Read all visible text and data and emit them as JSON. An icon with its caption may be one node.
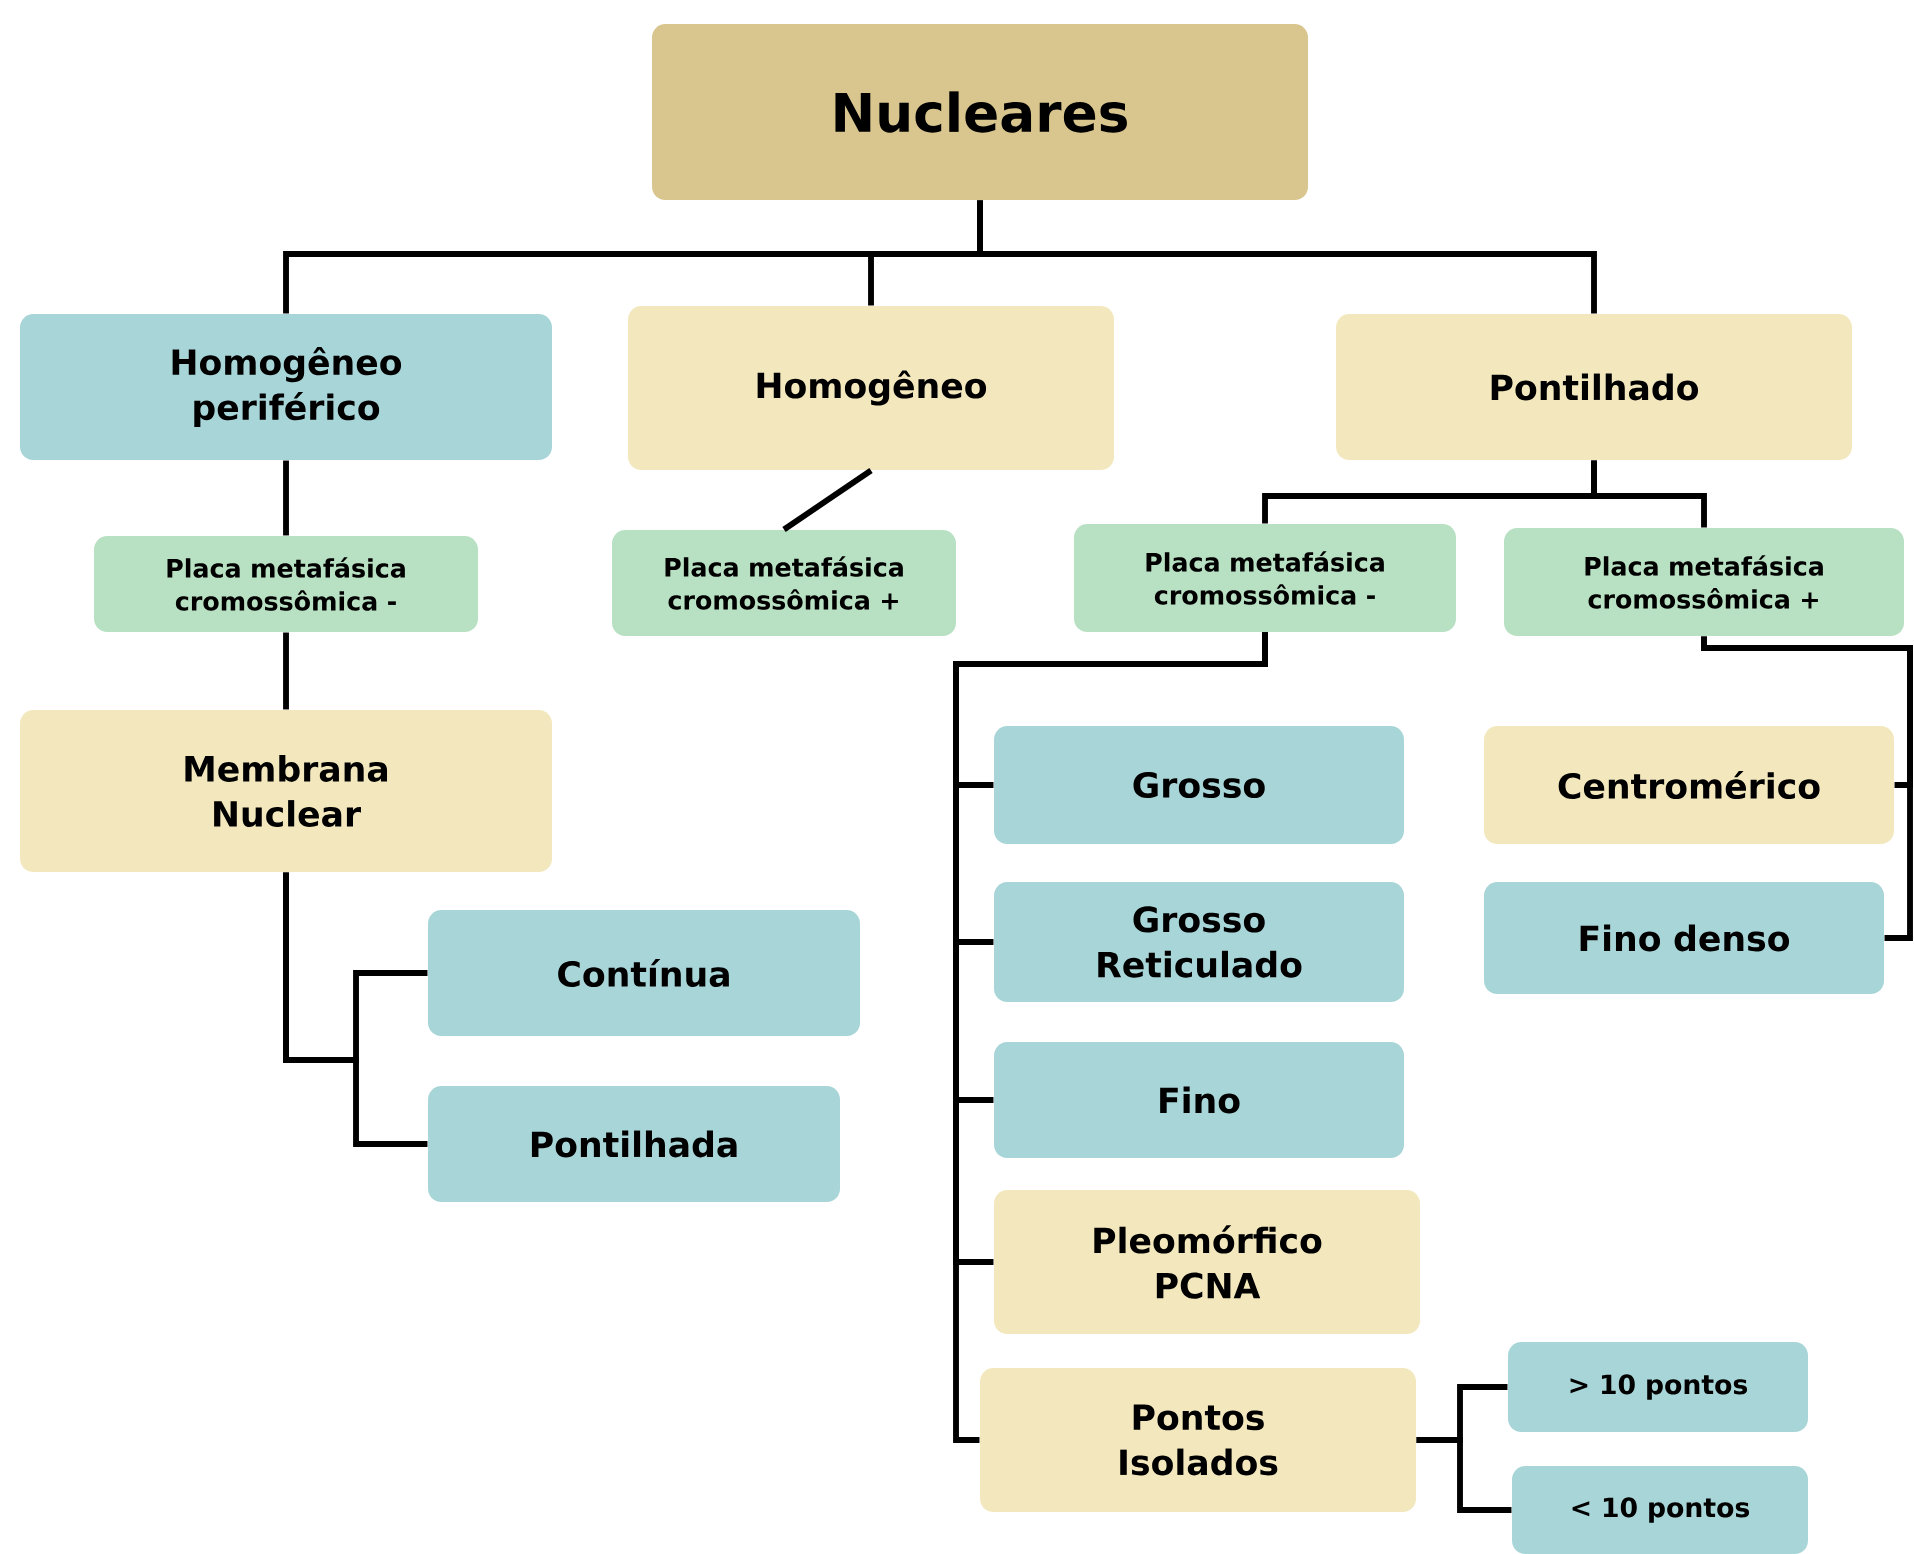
{
  "diagram": {
    "nodes": [
      {
        "text": [
          "Nucleares"
        ]
      },
      {
        "text": [
          "Homogêneo periférico"
        ]
      },
      {
        "text": [
          "Homogêneo"
        ]
      },
      {
        "text": [
          "Pontilhado"
        ]
      },
      {
        "text": [
          "Placa metafásica cromossômica -"
        ]
      },
      {
        "text": [
          "Placa metafásica cromossômica +"
        ]
      },
      {
        "text": [
          "Placa metafásica cromossômica -"
        ]
      },
      {
        "text": [
          "Placa metafásica cromossômica +"
        ]
      },
      {
        "text": [
          "Membrana Nuclear"
        ]
      },
      {
        "text": [
          "Grosso"
        ]
      },
      {
        "text": [
          "Centromérico"
        ]
      },
      {
        "text": [
          "Grosso Reticulado"
        ]
      },
      {
        "text": [
          "Fino denso"
        ]
      },
      {
        "text": [
          "Contínua"
        ]
      },
      {
        "text": [
          "Fino"
        ]
      },
      {
        "text": [
          "Pontilhada"
        ]
      },
      {
        "text": [
          "Pleomórfico PCNA"
        ]
      },
      {
        "text": [
          "Pontos Isolados"
        ]
      },
      {
        "text": [
          "> 10 pontos"
        ]
      },
      {
        "text": [
          "< 10 pontos"
        ]
      }
    ],
    "edges": [
      {
        "from": 0,
        "to": 1,
        "arrow": "none"
      },
      {
        "from": 0,
        "to": 2,
        "arrow": "none"
      },
      {
        "from": 0,
        "to": 3,
        "arrow": "none"
      },
      {
        "from": 1,
        "to": 4,
        "arrow": "none"
      },
      {
        "from": 2,
        "to": 5,
        "arrow": "none"
      },
      {
        "from": 3,
        "to": 6,
        "arrow": "none"
      },
      {
        "from": 3,
        "to": 7,
        "arrow": "none"
      },
      {
        "from": 4,
        "to": 8,
        "arrow": "none"
      },
      {
        "from": 7,
        "to": 10,
        "arrow": "none"
      },
      {
        "from": 7,
        "to": 12,
        "arrow": "none"
      },
      {
        "from": 8,
        "to": 13,
        "arrow": "none"
      },
      {
        "from": 8,
        "to": 15,
        "arrow": "none"
      },
      {
        "from": 6,
        "to": 9,
        "arrow": "none"
      },
      {
        "from": 6,
        "to": 11,
        "arrow": "none"
      },
      {
        "from": 6,
        "to": 14,
        "arrow": "none"
      },
      {
        "from": 6,
        "to": 16,
        "arrow": "none"
      },
      {
        "from": 6,
        "to": 17,
        "arrow": "none"
      },
      {
        "from": 17,
        "to": 18,
        "arrow": "none"
      },
      {
        "from": 17,
        "to": 19,
        "arrow": "none"
      }
    ]
  }
}
